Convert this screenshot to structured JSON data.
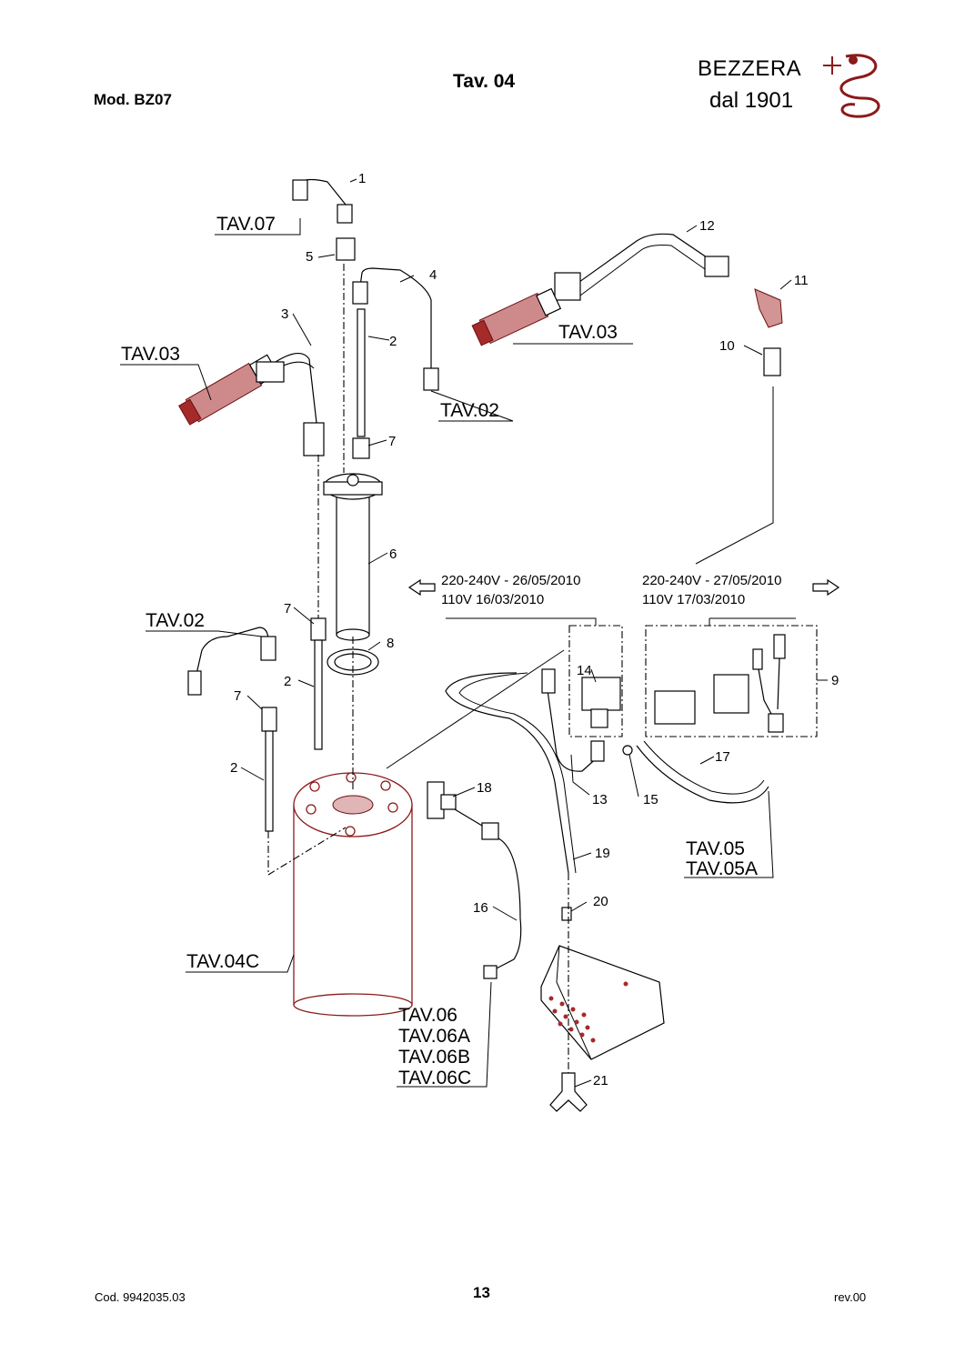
{
  "header": {
    "model": "Mod.  BZ07",
    "table": "Tav. 04",
    "brand": "BEZZERA",
    "since": "dal 1901",
    "logo": "bezzera-serpent-logo"
  },
  "footer": {
    "code": "Cod. 9942035.03",
    "page": "13",
    "revision": "rev.00"
  },
  "part_numbers": [
    "1",
    "2",
    "3",
    "4",
    "5",
    "6",
    "7",
    "8",
    "9",
    "10",
    "11",
    "12",
    "13",
    "14",
    "15",
    "16",
    "17",
    "18",
    "19",
    "20",
    "21"
  ],
  "references": {
    "tav07": "TAV.07",
    "tav03_left": "TAV.03",
    "tav03_right": "TAV.03",
    "tav02_top": "TAV.02",
    "tav02_left": "TAV.02",
    "tav04c": "TAV.04C",
    "tav05": "TAV.05",
    "tav05a": "TAV.05A",
    "tav06": "TAV.06",
    "tav06a": "TAV.06A",
    "tav06b": "TAV.06B",
    "tav06c": "TAV.06C"
  },
  "versions": {
    "left_line1": "220-240V - 26/05/2010",
    "left_line2": "110V 16/03/2010",
    "right_line1": "220-240V - 27/05/2010",
    "right_line2": "110V 17/03/2010"
  },
  "colors": {
    "accent_red": "#a52a2a",
    "line": "#000000"
  }
}
